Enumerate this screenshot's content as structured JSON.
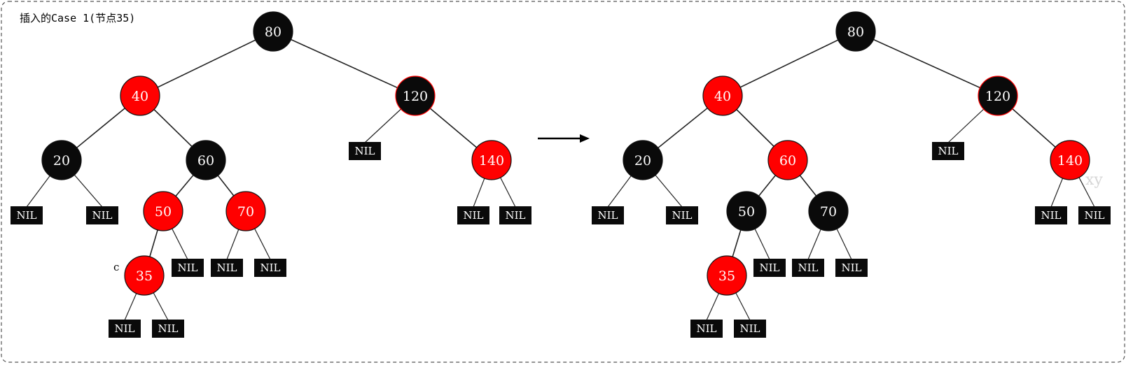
{
  "title": "插入的Case 1(节点35)",
  "colors": {
    "red": "#ff0000",
    "black": "#0a0a0a",
    "nil": "#0a0a0a",
    "edge": "#222222"
  },
  "nil_label": "NIL",
  "marker_label": "c",
  "watermark": "xy",
  "before": {
    "nodes": [
      {
        "key": "80",
        "color": "black"
      },
      {
        "key": "40",
        "color": "red"
      },
      {
        "key": "120",
        "color": "black",
        "ring": "red"
      },
      {
        "key": "20",
        "color": "black"
      },
      {
        "key": "60",
        "color": "black"
      },
      {
        "key": "50",
        "color": "red"
      },
      {
        "key": "70",
        "color": "red"
      },
      {
        "key": "35",
        "color": "red"
      },
      {
        "key": "140",
        "color": "red"
      }
    ]
  },
  "after": {
    "nodes": [
      {
        "key": "80",
        "color": "black"
      },
      {
        "key": "40",
        "color": "red"
      },
      {
        "key": "120",
        "color": "black",
        "ring": "red"
      },
      {
        "key": "20",
        "color": "black"
      },
      {
        "key": "60",
        "color": "red"
      },
      {
        "key": "50",
        "color": "black"
      },
      {
        "key": "70",
        "color": "black"
      },
      {
        "key": "35",
        "color": "red"
      },
      {
        "key": "140",
        "color": "red"
      }
    ]
  }
}
